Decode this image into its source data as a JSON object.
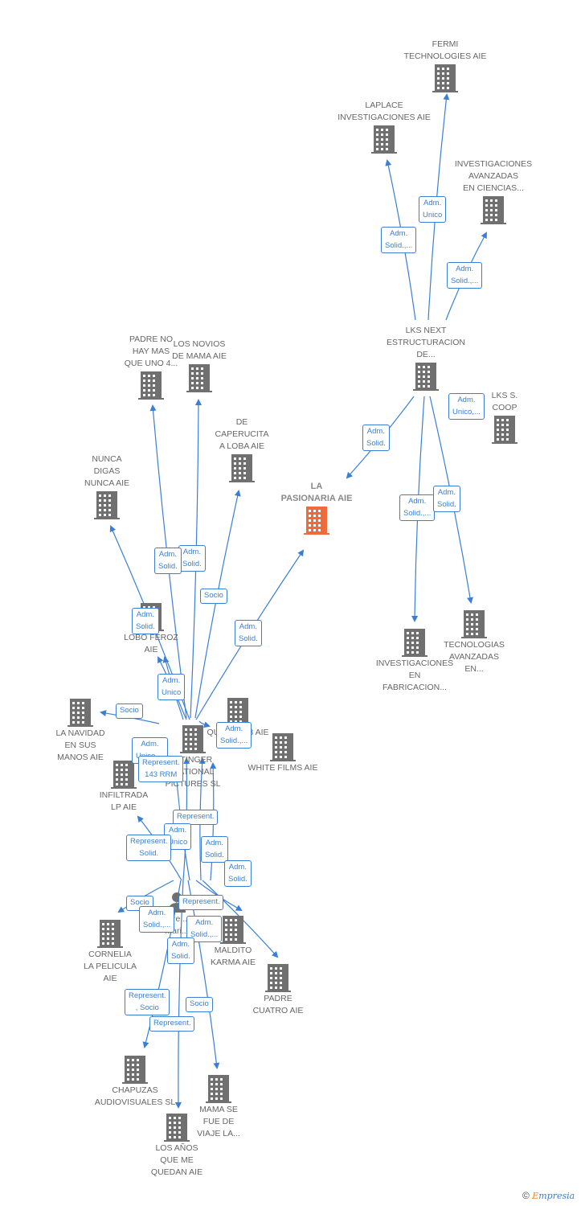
{
  "colors": {
    "edge": "#3a7fd5",
    "building": "#707070",
    "main": "#f06a3c"
  },
  "nodes": [
    {
      "id": "fermi",
      "lines": [
        "FERMI",
        "TECHNOLOGIES AIE"
      ],
      "icon": "building-icon"
    },
    {
      "id": "laplace",
      "lines": [
        "LAPLACE",
        "INVESTIGACIONES AIE"
      ],
      "icon": "building-icon"
    },
    {
      "id": "invav",
      "lines": [
        "INVESTIGACIONES",
        "AVANZADAS",
        "EN CIENCIAS..."
      ],
      "icon": "building-icon"
    },
    {
      "id": "lksnext",
      "lines": [
        "LKS NEXT",
        "ESTRUCTURACION",
        "DE..."
      ],
      "icon": "building-icon"
    },
    {
      "id": "lks",
      "lines": [
        "LKS S.",
        "COOP"
      ],
      "icon": "building-icon"
    },
    {
      "id": "pasionaria",
      "lines": [
        "LA",
        "PASIONARIA AIE"
      ],
      "icon": "building-icon",
      "main": true
    },
    {
      "id": "invfab",
      "lines": [
        "INVESTIGACIONES",
        "EN",
        "FABRICACION..."
      ],
      "icon": "building-icon"
    },
    {
      "id": "tecav",
      "lines": [
        "TECNOLOGIAS",
        "AVANZADAS",
        "EN..."
      ],
      "icon": "building-icon"
    },
    {
      "id": "padreno",
      "lines": [
        "PADRE NO",
        "HAY MAS",
        "QUE UNO 4..."
      ],
      "icon": "building-icon"
    },
    {
      "id": "novios",
      "lines": [
        "LOS NOVIOS",
        "DE MAMA AIE"
      ],
      "icon": "building-icon"
    },
    {
      "id": "caperucita",
      "lines": [
        "DE",
        "CAPERUCITA",
        "A LOBA  AIE"
      ],
      "icon": "building-icon"
    },
    {
      "id": "nunca",
      "lines": [
        "NUNCA",
        "DIGAS",
        "NUNCA AIE"
      ],
      "icon": "building-icon"
    },
    {
      "id": "lobo",
      "lines": [
        "LOBO FEROZ",
        "AIE"
      ],
      "icon": "building-icon"
    },
    {
      "id": "navidad",
      "lines": [
        "LA NAVIDAD",
        "EN SUS",
        "MANOS AIE"
      ],
      "icon": "building-icon"
    },
    {
      "id": "uno3",
      "lines": [
        "QUE UNO 3 AIE"
      ],
      "icon": "building-icon"
    },
    {
      "id": "white",
      "lines": [
        "WHITE FILMS AIE"
      ],
      "icon": "building-icon"
    },
    {
      "id": "atinger",
      "lines": [
        "...TINGER",
        "...ATIONAL",
        "PICTURES SL"
      ],
      "icon": "building-icon"
    },
    {
      "id": "infiltrada",
      "lines": [
        "INFILTRADA",
        "LP AIE"
      ],
      "icon": "building-icon"
    },
    {
      "id": "cornelia",
      "lines": [
        "CORNELIA",
        "LA PELICULA",
        "AIE"
      ],
      "icon": "building-icon"
    },
    {
      "id": "maldito",
      "lines": [
        "MALDITO",
        "KARMA AIE"
      ],
      "icon": "building-icon"
    },
    {
      "id": "padre4",
      "lines": [
        "PADRE",
        "CUATRO AIE"
      ],
      "icon": "building-icon"
    },
    {
      "id": "chapuzas",
      "lines": [
        "CHAPUZAS",
        "AUDIOVISUALES SL"
      ],
      "icon": "building-icon"
    },
    {
      "id": "mama",
      "lines": [
        "MAMA SE",
        "FUE DE",
        "VIAJE LA..."
      ],
      "icon": "building-icon"
    },
    {
      "id": "anos",
      "lines": [
        "LOS AÑOS",
        "QUE ME",
        "QUEDAN  AIE"
      ],
      "icon": "building-icon"
    },
    {
      "id": "person",
      "lines": [
        "Gre...",
        "Mari..."
      ],
      "icon": "person-icon"
    }
  ],
  "edge_labels": [
    {
      "id": "l1",
      "lines": [
        "Adm.",
        "Unico"
      ]
    },
    {
      "id": "l2",
      "lines": [
        "Adm.",
        "Solid.,..."
      ]
    },
    {
      "id": "l3",
      "lines": [
        "Adm.",
        "Solid.,..."
      ]
    },
    {
      "id": "l4",
      "lines": [
        "Adm.",
        "Unico,..."
      ]
    },
    {
      "id": "l5",
      "lines": [
        "Adm.",
        "Solid."
      ]
    },
    {
      "id": "l6",
      "lines": [
        "Adm.",
        "Solid.,..."
      ]
    },
    {
      "id": "l7",
      "lines": [
        "Adm.",
        "Solid."
      ]
    },
    {
      "id": "l8",
      "lines": [
        "Adm.",
        "Solid."
      ]
    },
    {
      "id": "l9",
      "lines": [
        "Adm.",
        "Solid."
      ]
    },
    {
      "id": "l10",
      "lines": [
        "Socio"
      ]
    },
    {
      "id": "l11",
      "lines": [
        "Adm.",
        "Solid."
      ]
    },
    {
      "id": "l12",
      "lines": [
        "Adm.",
        "Solid."
      ]
    },
    {
      "id": "l13",
      "lines": [
        "Adm.",
        "Unico"
      ]
    },
    {
      "id": "l14",
      "lines": [
        "Socio"
      ]
    },
    {
      "id": "l15",
      "lines": [
        "Adm.",
        "Solid.,..."
      ]
    },
    {
      "id": "l16",
      "lines": [
        "Adm.",
        "Unico,..."
      ]
    },
    {
      "id": "l17",
      "lines": [
        "Represent.",
        "143 RRM"
      ]
    },
    {
      "id": "l18",
      "lines": [
        "Represent."
      ]
    },
    {
      "id": "l19",
      "lines": [
        "Adm.",
        "Unico"
      ]
    },
    {
      "id": "l20",
      "lines": [
        "Represent.",
        "Solid."
      ]
    },
    {
      "id": "l21",
      "lines": [
        "Adm.",
        "Solid."
      ]
    },
    {
      "id": "l22",
      "lines": [
        "Adm.",
        "Solid."
      ]
    },
    {
      "id": "l23",
      "lines": [
        "Socio"
      ]
    },
    {
      "id": "l24",
      "lines": [
        "Adm.",
        "Solid.,..."
      ]
    },
    {
      "id": "l25",
      "lines": [
        "Represent."
      ]
    },
    {
      "id": "l26",
      "lines": [
        "Adm.",
        "Solid.,..."
      ]
    },
    {
      "id": "l27",
      "lines": [
        "Adm.",
        "Solid."
      ]
    },
    {
      "id": "l28",
      "lines": [
        "Represent.",
        ", Socio"
      ]
    },
    {
      "id": "l29",
      "lines": [
        "Socio"
      ]
    },
    {
      "id": "l30",
      "lines": [
        "Represent."
      ]
    }
  ],
  "footer": {
    "copyright": "©",
    "brand_first": "E",
    "brand_rest": "mpresia"
  }
}
